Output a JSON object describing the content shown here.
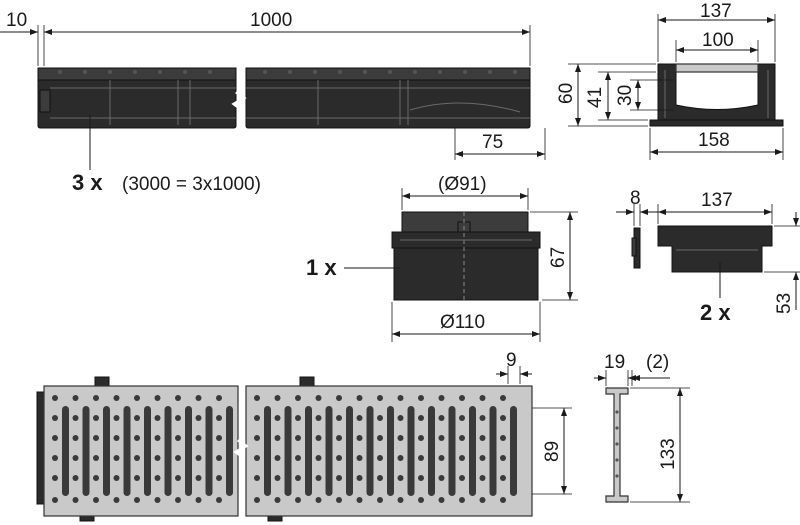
{
  "channel": {
    "dim_end": "10",
    "dim_length": "1000",
    "dim_outlet": "75",
    "quantity": "3 x",
    "note": "(3000 = 3x1000)"
  },
  "profile": {
    "dim_top_width": "137",
    "dim_inner_width": "100",
    "dim_bottom_width": "158",
    "dim_height": "60",
    "dim_inner_height": "41",
    "dim_depth": "30"
  },
  "outlet": {
    "dim_top_diameter": "(Ø91)",
    "dim_bottom_diameter": "Ø110",
    "dim_height": "67",
    "quantity": "1 x"
  },
  "endcap": {
    "dim_thickness": "8",
    "dim_width": "137",
    "dim_height": "53",
    "quantity": "2 x"
  },
  "grate": {
    "dim_slot": "9",
    "dim_height": "89"
  },
  "grate_profile": {
    "dim_width": "19",
    "dim_gap": "(2)",
    "dim_height": "133"
  }
}
